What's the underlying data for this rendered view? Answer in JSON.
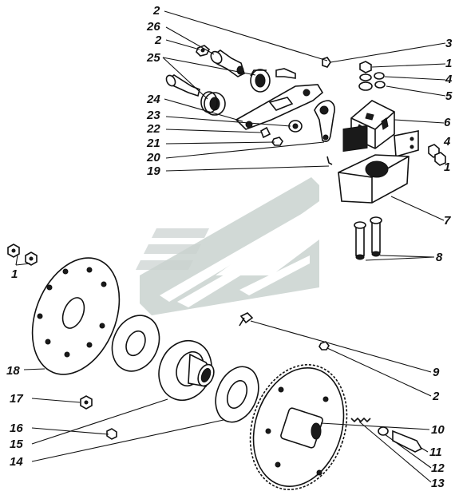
{
  "diagram": {
    "watermark_colors": {
      "light": "#d9dedd",
      "mid": "#c9d2cf"
    },
    "callouts": [
      {
        "id": "c2a",
        "text": "2"
      },
      {
        "id": "c26",
        "text": "26"
      },
      {
        "id": "c2b",
        "text": "2"
      },
      {
        "id": "c25",
        "text": "25"
      },
      {
        "id": "c24",
        "text": "24"
      },
      {
        "id": "c23",
        "text": "23"
      },
      {
        "id": "c22",
        "text": "22"
      },
      {
        "id": "c21",
        "text": "21"
      },
      {
        "id": "c20",
        "text": "20"
      },
      {
        "id": "c19",
        "text": "19"
      },
      {
        "id": "c3",
        "text": "3"
      },
      {
        "id": "c1a",
        "text": "1"
      },
      {
        "id": "c4a",
        "text": "4"
      },
      {
        "id": "c5",
        "text": "5"
      },
      {
        "id": "c6",
        "text": "6"
      },
      {
        "id": "c4b",
        "text": "4"
      },
      {
        "id": "c1b",
        "text": "1"
      },
      {
        "id": "c7",
        "text": "7"
      },
      {
        "id": "c8",
        "text": "8"
      },
      {
        "id": "c1c",
        "text": "1"
      },
      {
        "id": "c18",
        "text": "18"
      },
      {
        "id": "c9",
        "text": "9"
      },
      {
        "id": "c2c",
        "text": "2"
      },
      {
        "id": "c17",
        "text": "17"
      },
      {
        "id": "c10",
        "text": "10"
      },
      {
        "id": "c16",
        "text": "16"
      },
      {
        "id": "c15",
        "text": "15"
      },
      {
        "id": "c11",
        "text": "11"
      },
      {
        "id": "c14",
        "text": "14"
      },
      {
        "id": "c12",
        "text": "12"
      },
      {
        "id": "c13",
        "text": "13"
      }
    ]
  }
}
